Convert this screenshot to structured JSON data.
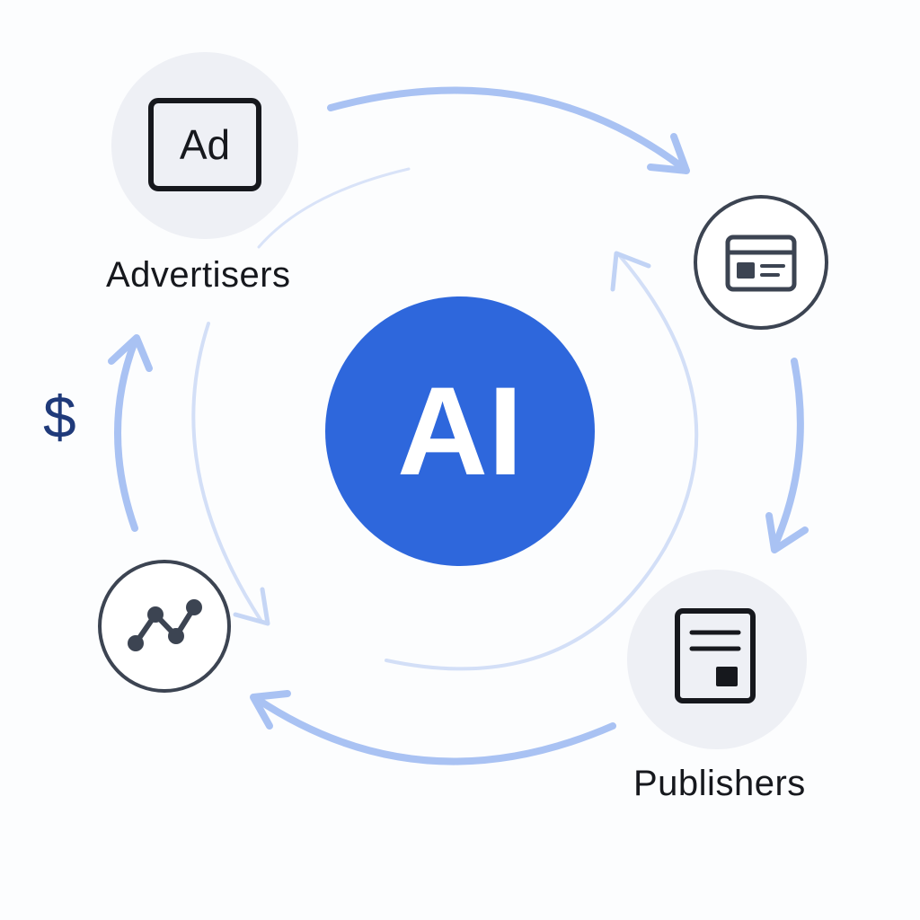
{
  "nodes": {
    "advertisers": {
      "label": "Advertisers",
      "icon": "ad-badge-icon",
      "icon_text": "Ad"
    },
    "publishers": {
      "label": "Publishers",
      "icon": "document-icon"
    },
    "web_content": {
      "icon": "browser-window-icon"
    },
    "analytics": {
      "icon": "line-chart-icon"
    },
    "hub": {
      "label": "AI"
    },
    "payment": {
      "symbol": "$",
      "icon": "dollar-icon"
    }
  },
  "colors": {
    "hub_fill": "#2e67dc",
    "node_bg": "#eef0f5",
    "arrow": "#a9c2f3",
    "inner_ring": "#d7e2f8",
    "icon_stroke": "#3c4452",
    "dollar": "#1f3a7a",
    "background": "#fcfdfe"
  }
}
